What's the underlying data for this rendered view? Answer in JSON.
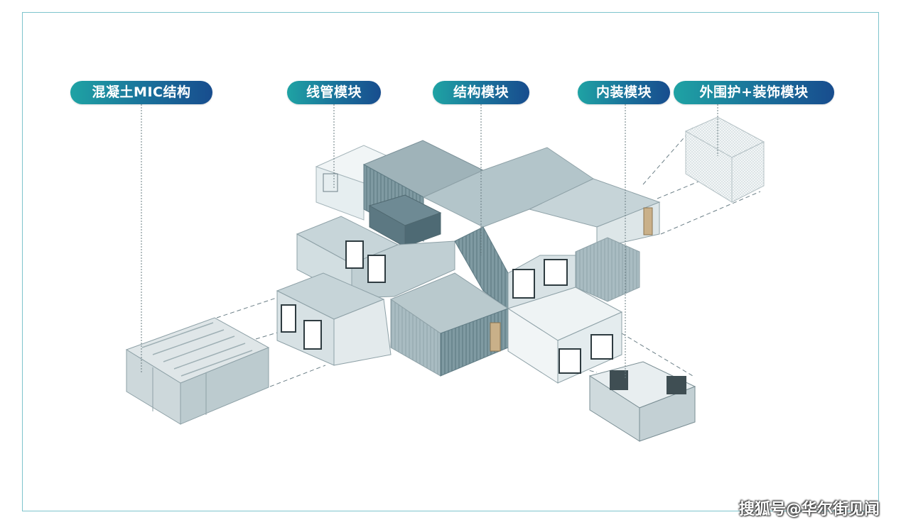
{
  "labels": {
    "concrete_mic": "混凝土MIC结构",
    "pipeline": "线管模块",
    "structure": "结构模块",
    "interior": "内装模块",
    "envelope": "外围护+装饰模块"
  },
  "watermark": "搜狐号@华尔街见闻",
  "colors": {
    "pill_start": "#1fa3a4",
    "pill_end": "#184d8e",
    "frame": "#7dc4cc",
    "module_top": "#b5c7cc",
    "module_dark": "#6b8a94"
  }
}
